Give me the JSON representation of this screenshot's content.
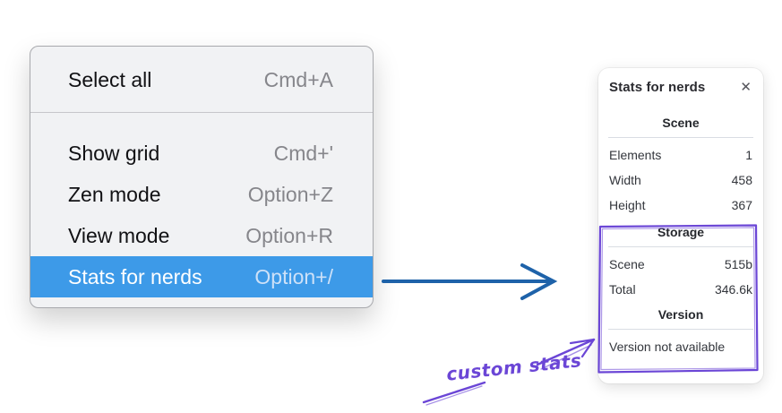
{
  "menu": {
    "items": [
      {
        "label": "Select all",
        "shortcut": "Cmd+A",
        "highlighted": false
      },
      {
        "label": "Show grid",
        "shortcut": "Cmd+'",
        "highlighted": false
      },
      {
        "label": "Zen mode",
        "shortcut": "Option+Z",
        "highlighted": false
      },
      {
        "label": "View mode",
        "shortcut": "Option+R",
        "highlighted": false
      },
      {
        "label": "Stats for nerds",
        "shortcut": "Option+/",
        "highlighted": true
      }
    ]
  },
  "stats_panel": {
    "title": "Stats for nerds",
    "close_glyph": "✕",
    "sections": [
      {
        "heading": "Scene",
        "rows": [
          [
            "Elements",
            "1"
          ],
          [
            "Width",
            "458"
          ],
          [
            "Height",
            "367"
          ]
        ]
      },
      {
        "heading": "Storage",
        "rows": [
          [
            "Scene",
            "515b"
          ],
          [
            "Total",
            "346.6k"
          ]
        ]
      },
      {
        "heading": "Version",
        "note": "Version not available"
      }
    ]
  },
  "annotation": {
    "label": "custom stats"
  },
  "colors": {
    "menu_highlight_blue": "#3d9ae8",
    "arrow_blue": "#1e62a9",
    "annotation_purple": "#6b46d6"
  }
}
